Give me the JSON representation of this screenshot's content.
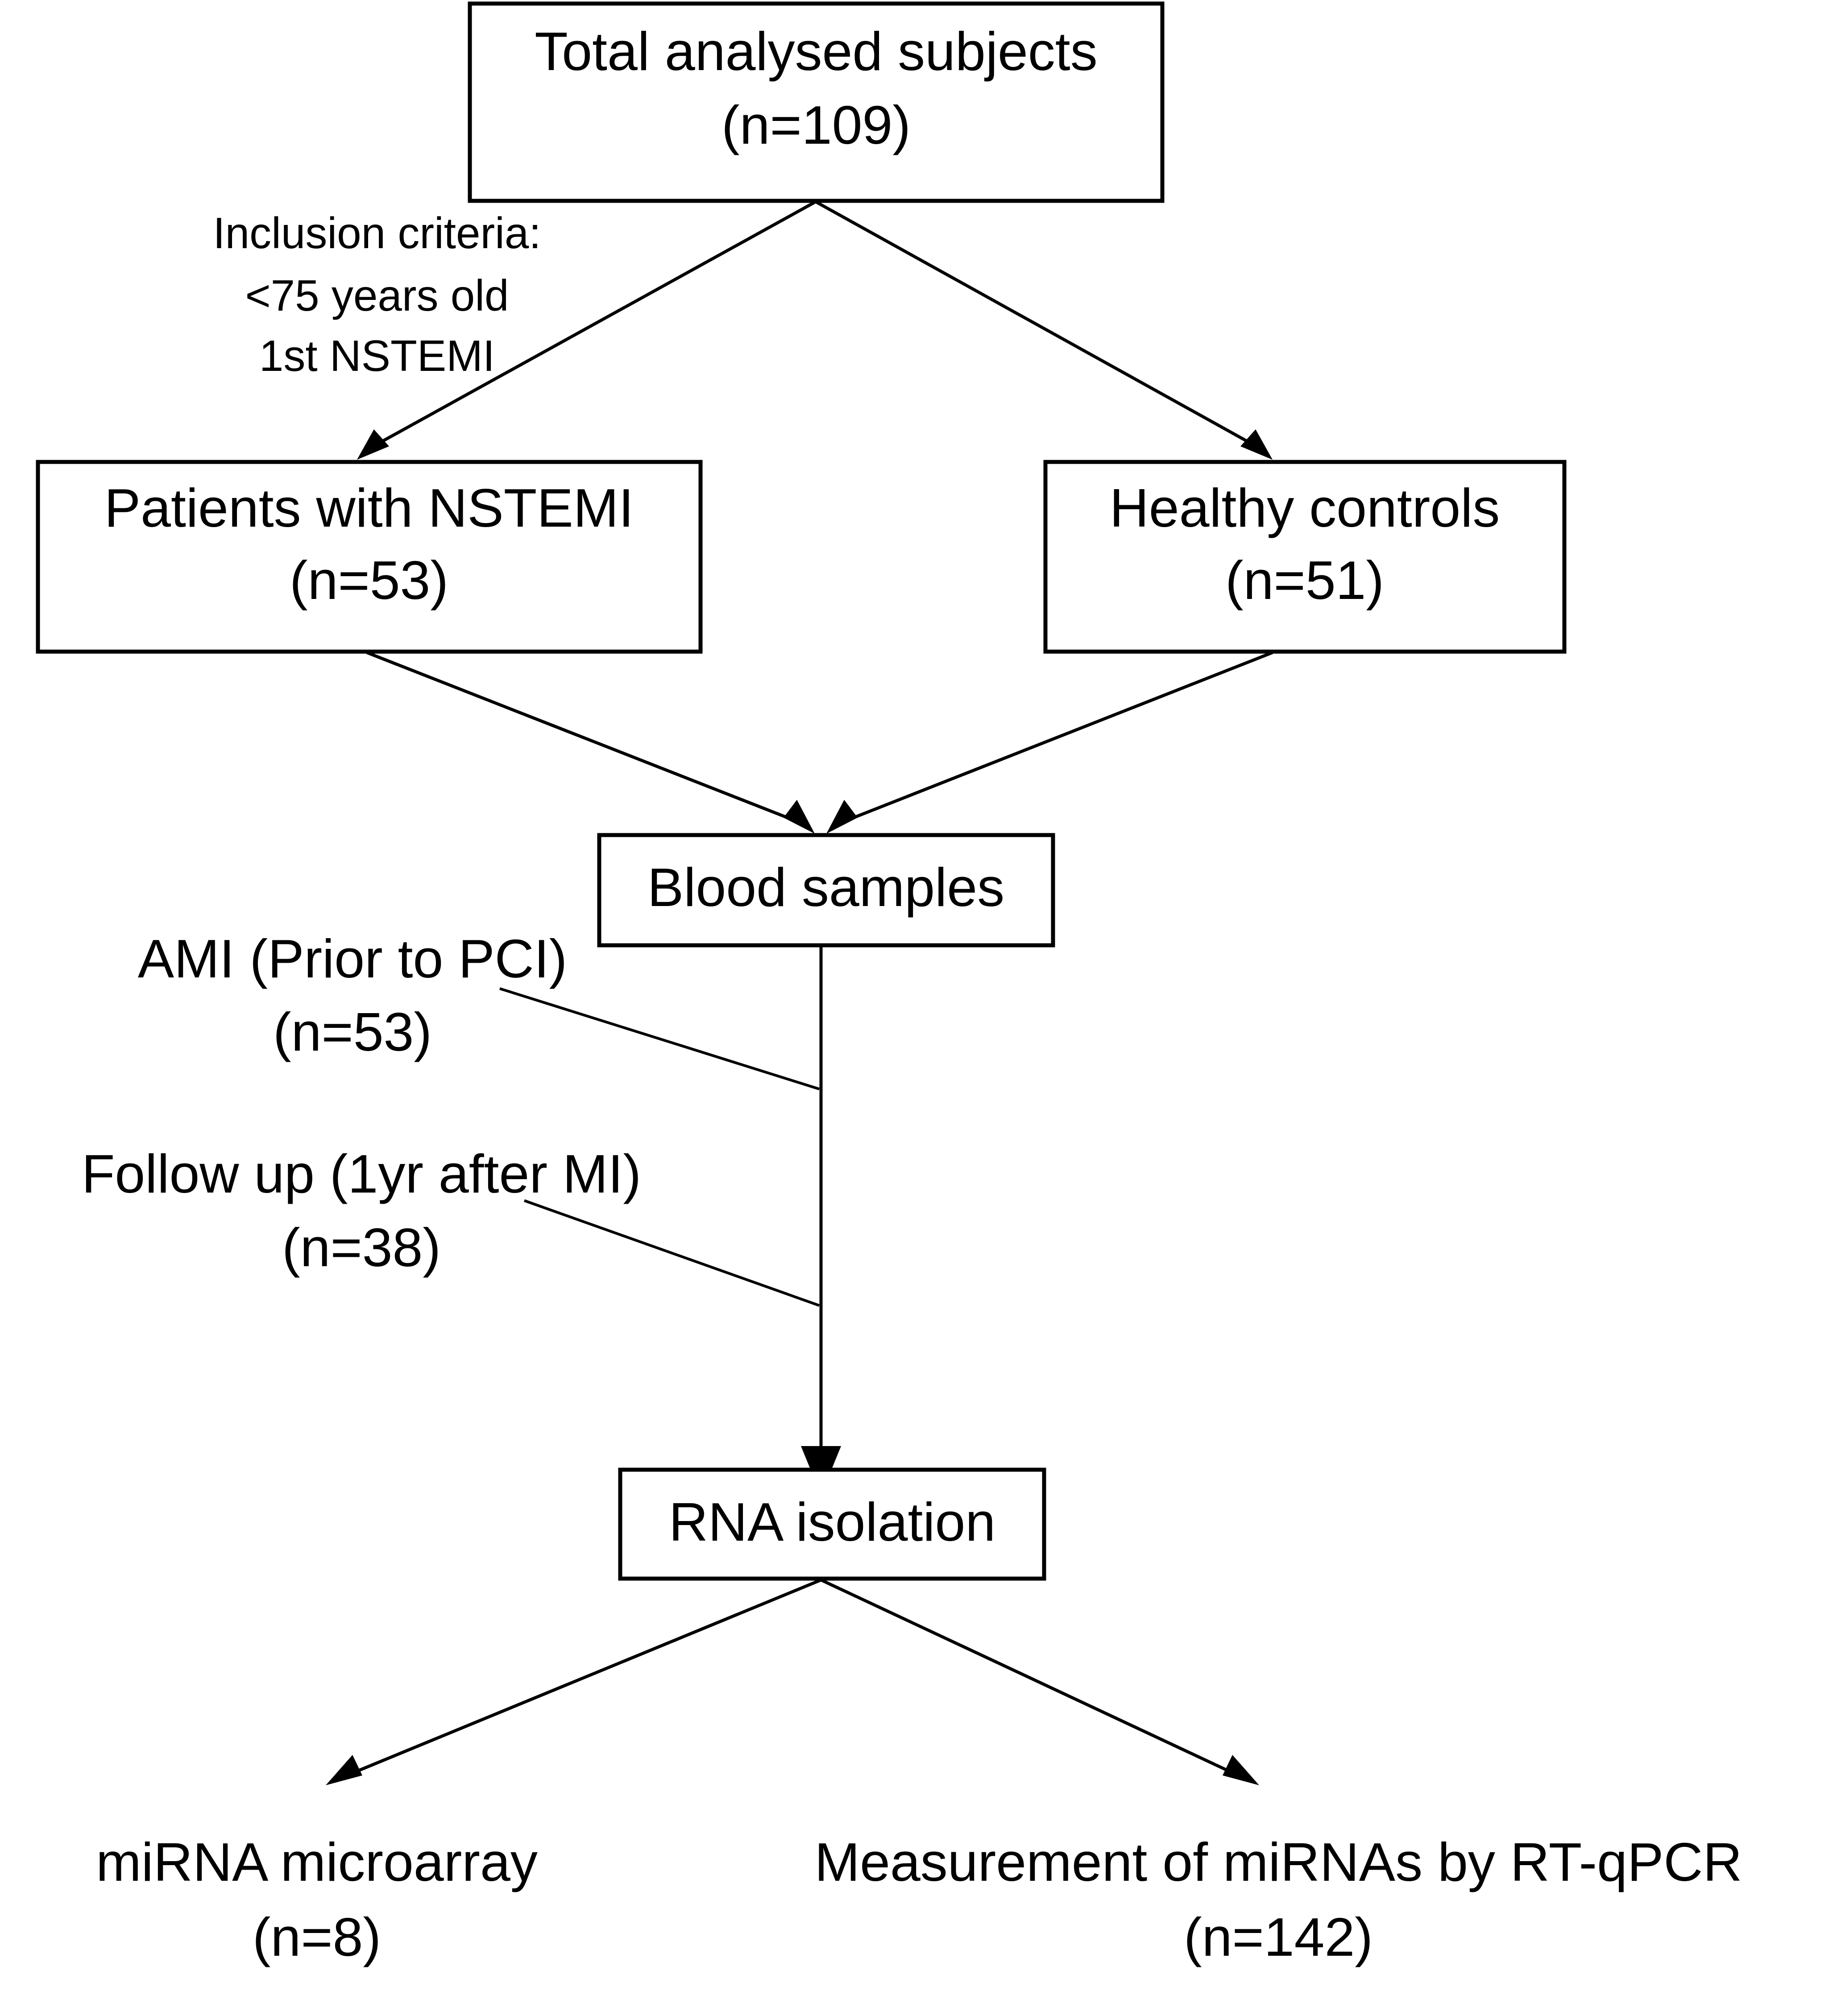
{
  "diagram": {
    "type": "flowchart",
    "title": "Study participant flow and sample processing",
    "orientation": "top-down",
    "colors": {
      "background": "#ffffff",
      "box_stroke": "#000000",
      "text": "#000000",
      "arrow": "#000000"
    },
    "nodes": [
      {
        "id": "total",
        "shape": "rectangle",
        "line1": "Total analysed subjects",
        "line2": "(n=109)"
      },
      {
        "id": "nstemi",
        "shape": "rectangle",
        "line1": "Patients with NSTEMI",
        "line2": "(n=53)"
      },
      {
        "id": "controls",
        "shape": "rectangle",
        "line1": "Healthy controls",
        "line2": "(n=51)"
      },
      {
        "id": "blood",
        "shape": "rectangle",
        "line1": "Blood samples",
        "line2": ""
      },
      {
        "id": "rna",
        "shape": "rectangle",
        "line1": "RNA isolation",
        "line2": ""
      }
    ],
    "annotations": [
      {
        "id": "inclusion",
        "line1": "Inclusion criteria:",
        "line2": "<75 years old",
        "line3": "1st NSTEMI"
      },
      {
        "id": "ami",
        "line1": "AMI (Prior to PCI)",
        "line2": "(n=53)"
      },
      {
        "id": "followup",
        "line1": "Follow up (1yr after MI)",
        "line2": "(n=38)"
      }
    ],
    "leaves": [
      {
        "id": "microarray",
        "line1": "miRNA microarray",
        "line2": "(n=8)"
      },
      {
        "id": "rtqpcr",
        "line1": "Measurement of miRNAs by RT-qPCR",
        "line2": "(n=142)"
      }
    ],
    "edges": [
      {
        "from": "total",
        "to": "nstemi",
        "arrow": true
      },
      {
        "from": "total",
        "to": "controls",
        "arrow": true
      },
      {
        "from": "nstemi",
        "to": "blood",
        "arrow": true
      },
      {
        "from": "controls",
        "to": "blood",
        "arrow": true
      },
      {
        "from": "blood",
        "to": "rna",
        "arrow": true
      },
      {
        "from": "rna",
        "to": "microarray",
        "arrow": true
      },
      {
        "from": "rna",
        "to": "rtqpcr",
        "arrow": true
      },
      {
        "from": "ami",
        "to": "blood-rna-stem",
        "arrow": false
      },
      {
        "from": "followup",
        "to": "blood-rna-stem",
        "arrow": false
      }
    ]
  }
}
